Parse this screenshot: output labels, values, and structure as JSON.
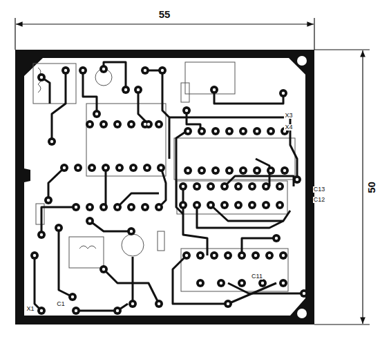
{
  "diagram": {
    "labels": [
      "55",
      "50",
      "X3",
      "X4",
      "C13",
      "C12",
      "X1",
      "C1",
      "C11"
    ]
  }
}
